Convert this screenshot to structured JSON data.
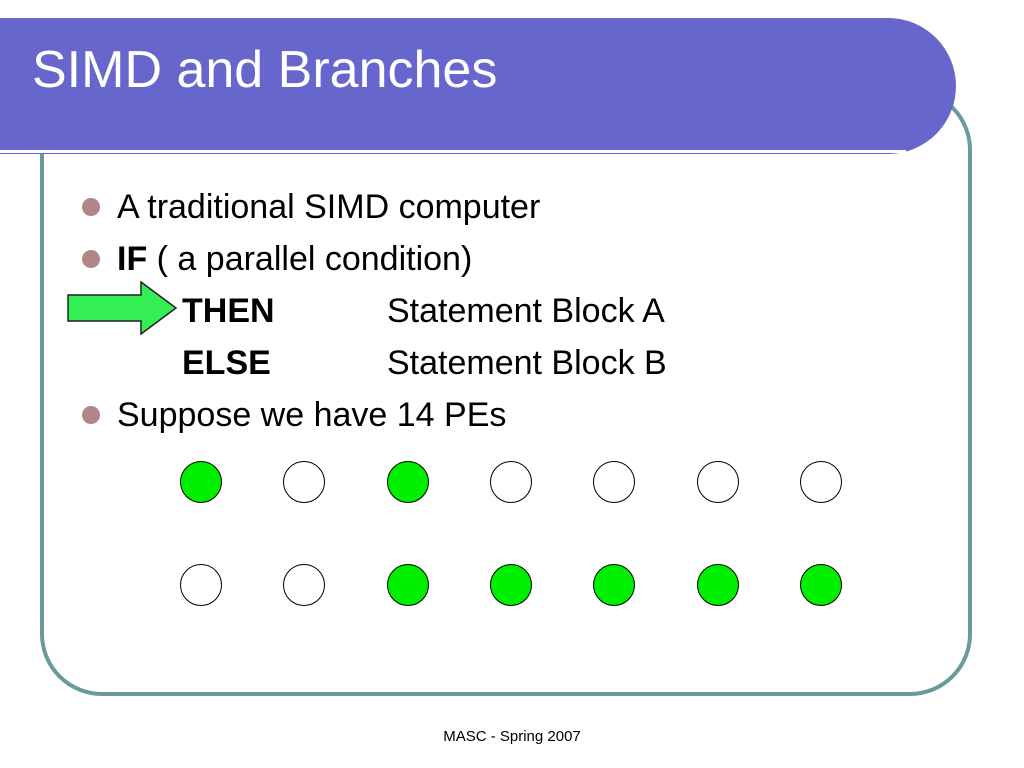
{
  "slide": {
    "title": "SIMD and Branches",
    "footer": "MASC - Spring 2007"
  },
  "bullets": [
    {
      "text": "A traditional SIMD computer"
    },
    {
      "keyword": "IF",
      "text": " ( a parallel condition)"
    },
    {
      "text": " Suppose we have 14 PEs"
    }
  ],
  "branches": [
    {
      "keyword": "THEN",
      "statement": "Statement Block A",
      "active": true
    },
    {
      "keyword": "ELSE",
      "statement": "Statement Block B",
      "active": false
    }
  ],
  "pe_rows": [
    [
      true,
      false,
      true,
      false,
      false,
      false,
      false
    ],
    [
      false,
      false,
      true,
      true,
      true,
      true,
      true
    ]
  ],
  "colors": {
    "title_bar": "#6666cc",
    "frame": "#6a9a9a",
    "bullet": "#b08686",
    "pe_active": "#00ee00",
    "pe_inactive": "#ffffff",
    "arrow": "#33ee55"
  },
  "icons": {
    "pointer": "right-arrow-icon",
    "bullet": "bullet-dot-icon"
  }
}
